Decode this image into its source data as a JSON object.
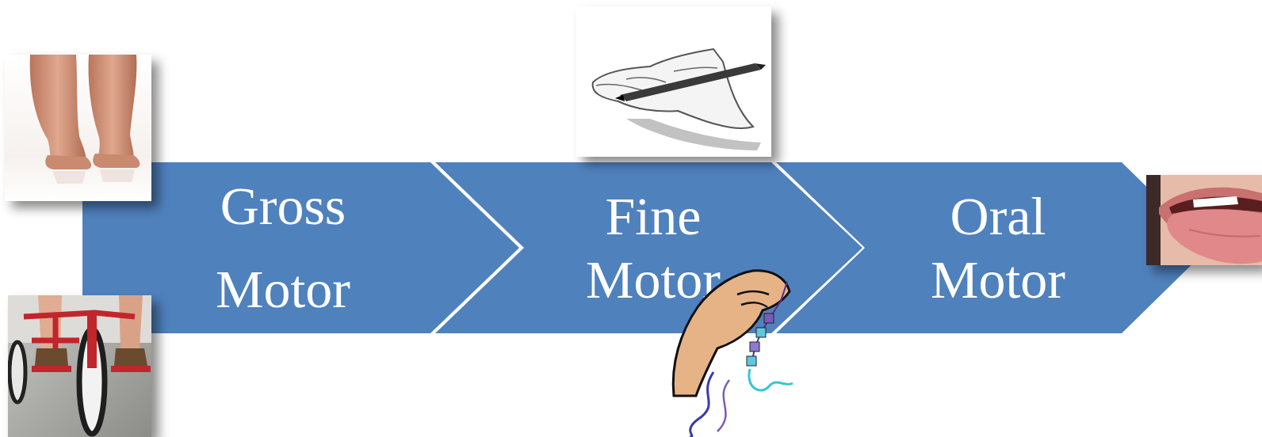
{
  "diagram": {
    "nodes": [
      {
        "text": [
          "Gross Motor"
        ]
      },
      {
        "text": [
          "Fine Motor"
        ]
      },
      {
        "text": [
          "Oral Motor"
        ]
      }
    ]
  }
}
